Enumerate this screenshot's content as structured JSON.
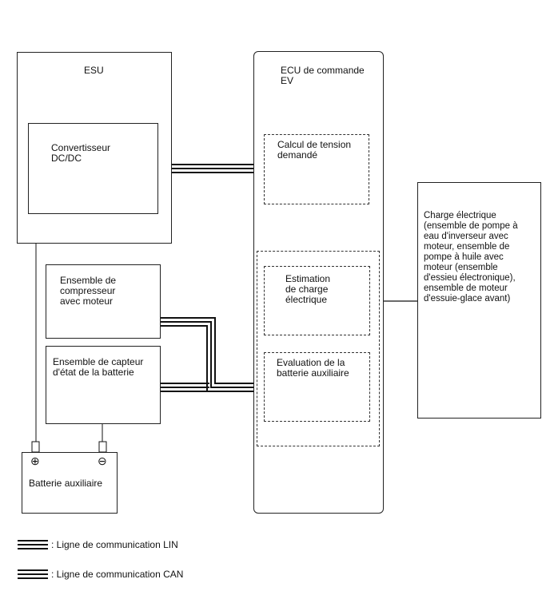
{
  "blocks": {
    "esu": "ESU",
    "dcdc": "Convertisseur\nDC/DC",
    "compressor": "Ensemble de\ncompresseur\navec moteur",
    "battery_sensor": "Ensemble de capteur\nd'état de la batterie",
    "aux_battery": "Batterie auxiliaire",
    "ev_ecu": "ECU de commande\nEV",
    "voltage_calc": "Calcul de tension\ndemandé",
    "load_estimation": "Estimation\nde charge\nélectrique",
    "battery_eval": "Evaluation de la\nbatterie auxiliaire",
    "electrical_load": "Charge électrique\n(ensemble de pompe à\neau d'inverseur avec\nmoteur, ensemble de\npompe à huile avec\nmoteur (ensemble\nd'essieu électronique),\nensemble de moteur\nd'essuie-glace avant)"
  },
  "terminals": {
    "positive": "⊕",
    "negative": "⊖"
  },
  "legend": {
    "lin": ": Ligne de communication LIN",
    "can": ": Ligne de communication CAN"
  }
}
